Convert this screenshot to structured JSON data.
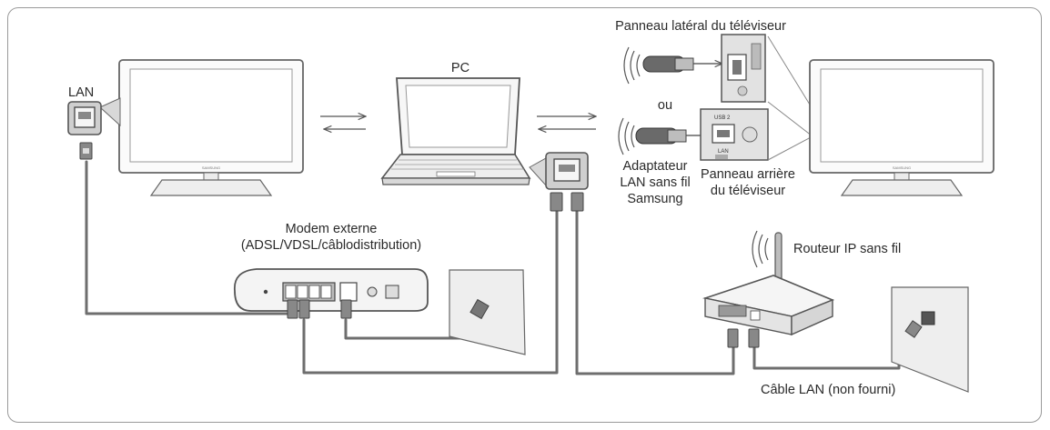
{
  "labels": {
    "lan": "LAN",
    "pc": "PC",
    "side_panel": "Panneau latéral du téléviseur",
    "or": "ou",
    "adapter_line1": "Adaptateur",
    "adapter_line2": "LAN sans fil",
    "adapter_line3": "Samsung",
    "rear_panel_line1": "Panneau arrière",
    "rear_panel_line2": "du téléviseur",
    "modem_line1": "Modem externe",
    "modem_line2": "(ADSL/VDSL/câblodistribution)",
    "router": "Routeur IP sans fil",
    "lan_cable": "Câble LAN (non fourni)"
  },
  "brand_marks": {
    "tv_left": "SAMSUNG",
    "tv_right": "SAMSUNG",
    "rear_port": "USB 2",
    "rear_lan": "LAN"
  },
  "colors": {
    "frame": "#9a9a9a",
    "cable": "#6e6e6e",
    "device_fill": "#f4f4f4",
    "device_stroke": "#555555",
    "text": "#2a2a2a"
  }
}
